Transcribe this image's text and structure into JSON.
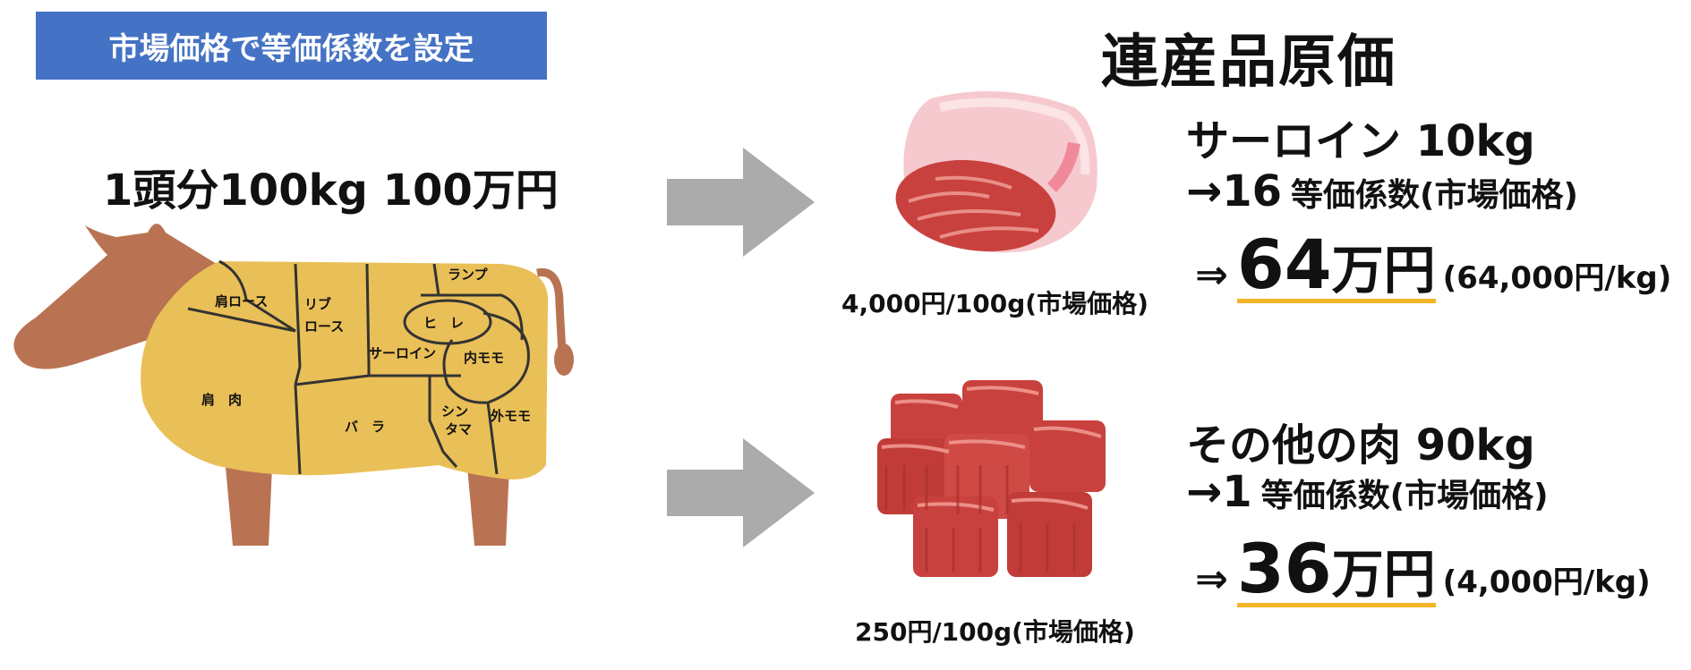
{
  "banner": {
    "text": "市場価格で等価係数を設定"
  },
  "title": "連産品原価",
  "whole": {
    "label": "1頭分100kg 100万円"
  },
  "cuts": {
    "shoulder_loin": "肩ロース",
    "rib_1": "リブ",
    "rib_2": "ロース",
    "rump": "ランプ",
    "fillet": "ヒ　レ",
    "sirloin": "サーロイン",
    "inner_thigh": "内モモ",
    "chuck": "肩　肉",
    "brisket": "バ　ラ",
    "shintama_1": "シン",
    "shintama_2": "タマ",
    "outer_thigh": "外モモ"
  },
  "products": [
    {
      "price_label": "4,000円/100g(市場価格)",
      "heading": "サーロイン 10kg",
      "coef_arrow": "→",
      "coef_value": "16",
      "coef_note": "等価係数(市場価格)",
      "implies": "⇒",
      "cost_number": "64",
      "cost_unit": "万円",
      "per_kg": "(64,000円/kg)"
    },
    {
      "price_label": "250円/100g(市場価格)",
      "heading": "その他の肉 90kg",
      "coef_arrow": "→",
      "coef_value": "1",
      "coef_note": "等価係数(市場価格)",
      "implies": "⇒",
      "cost_number": "36",
      "cost_unit": "万円",
      "per_kg": "(4,000円/kg)"
    }
  ],
  "colors": {
    "banner": "#4472c4",
    "cow_body": "#e9bf57",
    "cow_skin": "#b97352",
    "arrow": "#ababab",
    "underline": "#f0b429",
    "meat_red": "#c9413e",
    "fat_pink": "#f6c9cf"
  },
  "icons": {
    "cow": "cow-cut-diagram-icon",
    "sirloin": "sirloin-steak-icon",
    "cubes": "meat-cubes-icon",
    "arrow": "right-arrow-icon"
  }
}
